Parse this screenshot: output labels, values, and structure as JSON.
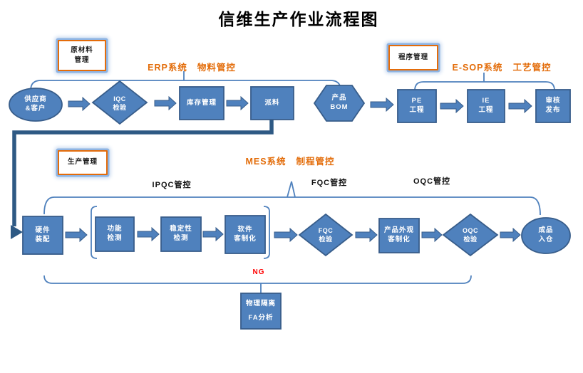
{
  "title": "信维生产作业流程图",
  "tags": {
    "raw_material": {
      "line1": "原材料",
      "line2": "管理"
    },
    "program": {
      "label": "程序管理"
    },
    "production": {
      "label": "生产管理"
    }
  },
  "systems": {
    "erp": {
      "system": "ERP系统",
      "scope": "物料管控"
    },
    "esop": {
      "system": "E-SOP系统",
      "scope": "工艺管控"
    },
    "mes": {
      "system": "MES系统",
      "scope": "制程管控"
    }
  },
  "qc": {
    "ipqc": "IPQC管控",
    "fqc": "FQC管控",
    "oqc": "OQC管控"
  },
  "ng_label": "NG",
  "nodes": {
    "supplier": {
      "line1": "供应商",
      "line2": "&客户"
    },
    "iqc": {
      "line1": "IQC",
      "line2": "检验"
    },
    "inventory": {
      "line1": "库存管理"
    },
    "dispatch": {
      "line1": "派料"
    },
    "bom": {
      "line1": "产品",
      "line2": "BOM"
    },
    "pe": {
      "line1": "PE",
      "line2": "工程"
    },
    "ie": {
      "line1": "IE",
      "line2": "工程"
    },
    "review": {
      "line1": "审核",
      "line2": "发布"
    },
    "assembly": {
      "line1": "硬件",
      "line2": "装配"
    },
    "function_test": {
      "line1": "功能",
      "line2": "检测"
    },
    "stability_test": {
      "line1": "稳定性",
      "line2": "检测"
    },
    "software_custom": {
      "line1": "软件",
      "line2": "客制化"
    },
    "fqc": {
      "line1": "FQC",
      "line2": "检验"
    },
    "appearance_custom": {
      "line1": "产品外观",
      "line2": "客制化"
    },
    "oqc": {
      "line1": "OQC",
      "line2": "检验"
    },
    "warehouse": {
      "line1": "成品",
      "line2": "入仓"
    },
    "isolation": {
      "line1": "物理隔离",
      "line2": "FA分析"
    }
  },
  "colors": {
    "node_fill": "#4f81bd",
    "node_border": "#385d8a",
    "connector": "#4f81bd",
    "thick_connector": "#2e5984",
    "accent_orange": "#e36c09",
    "tag_border": "#e46c0a",
    "ng_red": "#ff0000",
    "text_on_node": "#ffffff"
  }
}
